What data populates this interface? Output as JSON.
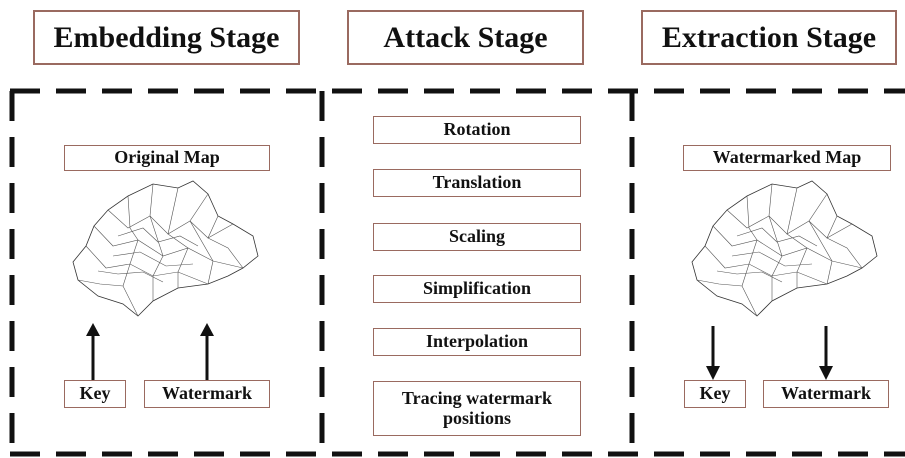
{
  "stages": {
    "embedding": "Embedding Stage",
    "attack": "Attack Stage",
    "extraction": "Extraction Stage"
  },
  "embedding": {
    "map_label": "Original Map",
    "key": "Key",
    "watermark": "Watermark"
  },
  "attacks": [
    "Rotation",
    "Translation",
    "Scaling",
    "Simplification",
    "Interpolation",
    "Tracing watermark positions"
  ],
  "extraction": {
    "map_label": "Watermarked Map",
    "key": "Key",
    "watermark": "Watermark"
  }
}
